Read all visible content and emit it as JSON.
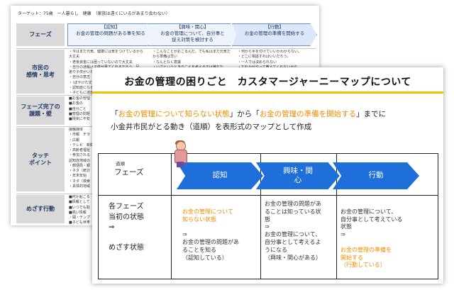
{
  "back_slide": {
    "target": "ターゲット：75歳　一人暮らし　健康　（家族は遠くにいるがあまり会わない）",
    "phase_label": "フェーズ",
    "headers": [
      "【認知】\nお金の管理の問題がある事を知る",
      "【興味・関心】\nお金の管理について、自分事と\n捉え対策を検討する",
      "【行動】\nお金の管理の準備を開始する"
    ],
    "rows": [
      {
        "label": "市民の\n感情・思考",
        "cells": [
          "・今はまだ元気、健康には気をつけているから\n大丈夫\n・老後資金には困っていないので大丈夫\n・自分の通帳は子供が見てくれるだろう。兄\n弟や子供がいたら困っていない\n・自分の意志\n・（ぼやけた文字）\n・認知症になる\n・子どもに迷惑",
          "・こんなことがおこるんだ。でも私はまだ元気だ\nから準備は早い\n・なんとなく意識\n・いざというときのことを考えるのは嫌だな\n・でも、健康にはちょっと不安を感じて",
          "・何から手を付けていいかわからない。\n・どこに相談すればいいだろう。\n・一人では決められない\n・だれかがやって教えてくれないかな。"
        ]
      },
      {
        "label": "フェーズ完了の\n課題・壁",
        "cells": [
          "■お金の管理\n■お金の\n■自分ごと\n■管理の問題\n■現状に不安",
          "",
          ""
        ]
      },
      {
        "label": "タッチ\nポイント",
        "cells": [
          "接触媒体\n・市報　チラ\n・広報\n・テレビ　新聞\n・高齢者福祉\n・参加される\n認知症地域の\n・郵便局・銀\n・ネタ（統計\n・年末年始\n・ネタ（検索\n・具体的地域",
          "",
          ""
        ]
      },
      {
        "label": "めざす行動",
        "cells": [
          "■何か起こる\n■情報として\n■いつでも取\n■高い情報\n・図・テンプ\n■子ども世帯",
          "",
          ""
        ]
      }
    ]
  },
  "front_slide": {
    "title": "お金の管理の困りごと　カスタマージャーニーマップについて",
    "desc_line1_parts": [
      "「",
      "お金の管理について知らない状態",
      "」から「",
      "お金の管理の準備を開始する",
      "」までに"
    ],
    "desc_line2": "小金井市民がとる動き（道順）を表形式のマップとして作成",
    "table": {
      "small_label": "道順",
      "phase_label": "フェーズ",
      "phases": [
        "認知",
        "興味・関\n心",
        "行動"
      ],
      "row_label": "各フェーズ\n当初の状態\n⇒\n\nめざす状態",
      "col1_orange": "お金の管理について\n知らない状態",
      "col1_rest": "⇒\nお金の管理の問題があ\nることを知る\n（認知している）",
      "col2_black": "お金の管理の問題があ\nることは知っている状\n態\n⇒\nお金の管理について、\n自分事として考えるよ\nうになる\n（興味・関心がある）",
      "col3_black": "お金の管理について、\n自分事として考えている\n状態\n⇒",
      "col3_orange": "お金の管理の準備を\n開始する\n（行動している）"
    }
  },
  "colors": {
    "accent_blue": "#1e6fd9",
    "orange": "#f08c00",
    "rule_yellow": "#f5c000"
  }
}
